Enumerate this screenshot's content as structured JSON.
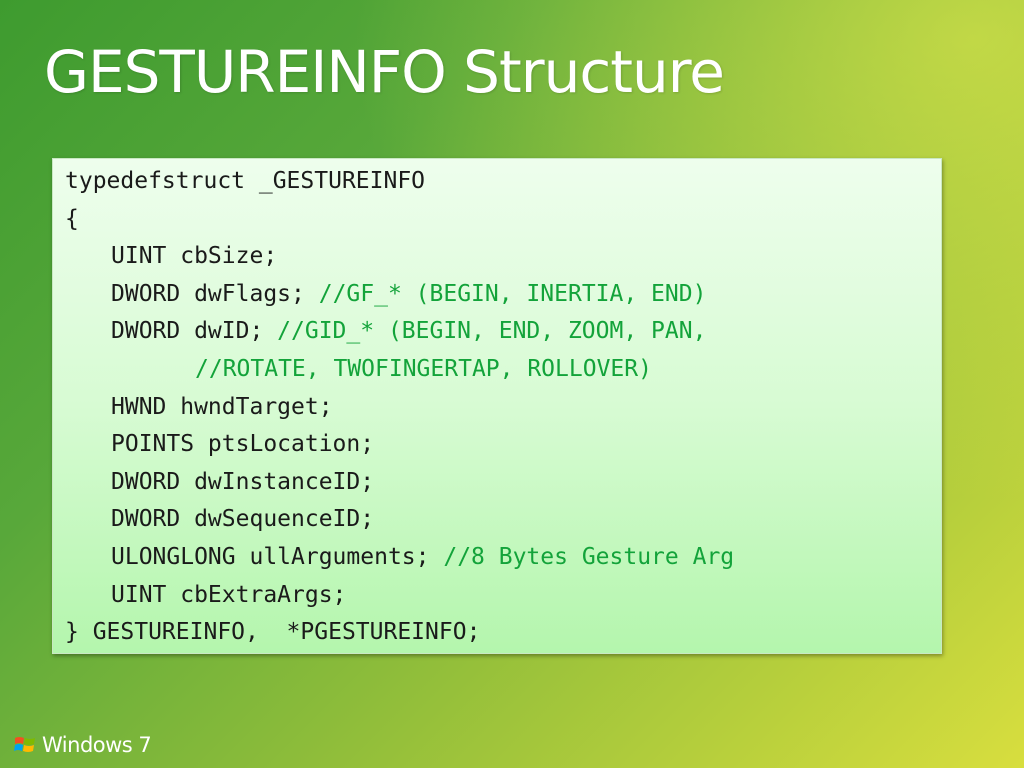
{
  "slide": {
    "title": "GESTUREINFO Structure"
  },
  "code": {
    "l1": "typedefstruct _GESTUREINFO",
    "l2": "{",
    "l3": "UINT cbSize;",
    "l4_code": "DWORD dwFlags; ",
    "l4_comment": "//GF_* (BEGIN, INERTIA, END)",
    "l5_code": "DWORD dwID; ",
    "l5_comment": "//GID_* (BEGIN, END, ZOOM, PAN,",
    "l6_comment": "//ROTATE, TWOFINGERTAP, ROLLOVER)",
    "l7": "HWND hwndTarget;",
    "l8": "POINTS ptsLocation;",
    "l9": "DWORD dwInstanceID;",
    "l10": "DWORD dwSequenceID;",
    "l11_code": "ULONGLONG ullArguments; ",
    "l11_comment": "//8 Bytes Gesture Arg",
    "l12": "UINT cbExtraArgs;",
    "l13": "} GESTUREINFO,  *PGESTUREINFO;"
  },
  "footer": {
    "logo_text": "Windows 7",
    "logo_icon": "windows-flag-icon"
  },
  "colors": {
    "comment": "#13a33a",
    "title": "#ffffff"
  }
}
